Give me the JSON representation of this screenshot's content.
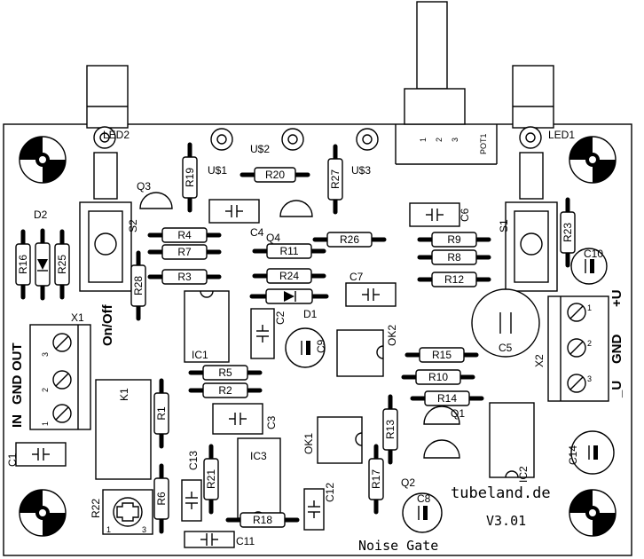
{
  "board": {
    "brand": "tubeland.de",
    "version": "V3.01",
    "title": "Noise Gate",
    "on_off": "On/Off"
  },
  "connectors": {
    "x1_name": "X1",
    "x1_labels": [
      "OUT",
      "GND",
      "IN"
    ],
    "x1_pins": [
      "3",
      "2",
      "1"
    ],
    "x2_name": "X2",
    "x2_labels": [
      "+U",
      "GND",
      "_U"
    ],
    "x2_pins": [
      "1",
      "2",
      "3"
    ],
    "pot": "POT1",
    "pot_pins": [
      "1",
      "2",
      "3"
    ]
  },
  "leds": {
    "led1": "LED1",
    "led2": "LED2"
  },
  "switches": {
    "s1": "S1",
    "s2": "S2"
  },
  "pads": {
    "u1": "U$1",
    "u2": "U$2",
    "u3": "U$3"
  },
  "resistors": {
    "R1": "R1",
    "R2": "R2",
    "R3": "R3",
    "R4": "R4",
    "R5": "R5",
    "R6": "R6",
    "R7": "R7",
    "R8": "R8",
    "R9": "R9",
    "R10": "R10",
    "R11": "R11",
    "R12": "R12",
    "R13": "R13",
    "R14": "R14",
    "R15": "R15",
    "R16": "R16",
    "R17": "R17",
    "R18": "R18",
    "R19": "R19",
    "R20": "R20",
    "R21": "R21",
    "R22": "R22",
    "R23": "R23",
    "R24": "R24",
    "R25": "R25",
    "R26": "R26",
    "R27": "R27",
    "R28": "R28"
  },
  "capacitors": {
    "C1": "C1",
    "C2": "C2",
    "C3": "C3",
    "C4": "C4",
    "C5": "C5",
    "C6": "C6",
    "C7": "C7",
    "C8": "C8",
    "C9": "C9",
    "C10": "C10",
    "C11": "C11",
    "C12": "C12",
    "C13": "C13",
    "C14": "C14"
  },
  "semis": {
    "Q1": "Q1",
    "Q2": "Q2",
    "Q3": "Q3",
    "Q4": "Q4",
    "D1": "D1",
    "D2": "D2",
    "IC1": "IC1",
    "IC2": "IC2",
    "IC3": "IC3",
    "OK1": "OK1",
    "OK2": "OK2",
    "K1": "K1"
  },
  "trimmer_pins": [
    "1",
    "3"
  ]
}
